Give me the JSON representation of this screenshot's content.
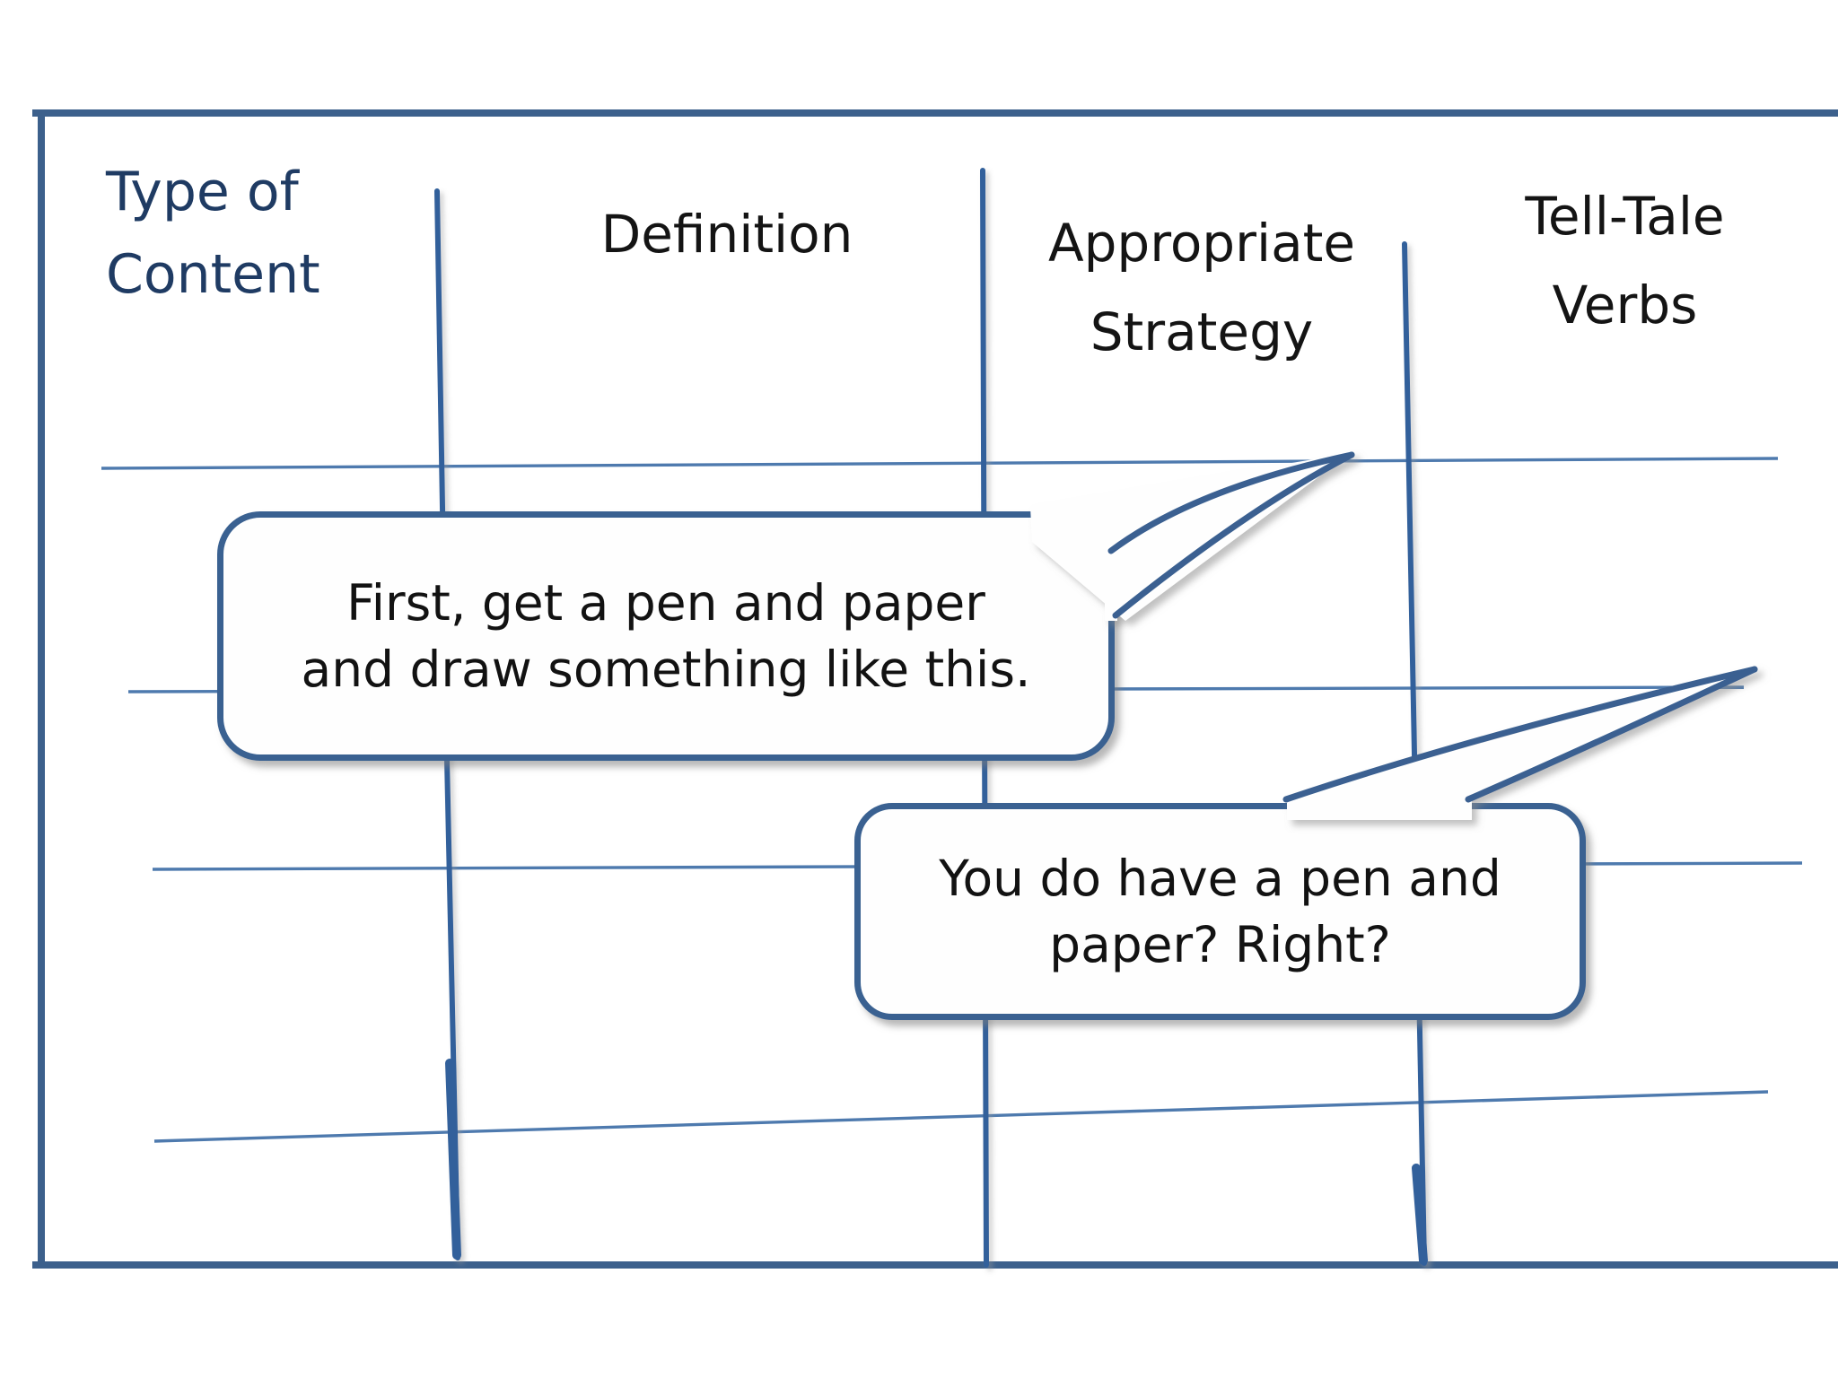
{
  "slide_title": "Note-taking table drawing slide",
  "colors": {
    "frame_border": "#3c608c",
    "divider": "#33619b",
    "row_line": "#4e7aae",
    "header_navy": "#1f3b63",
    "header_black": "#141414",
    "bubble_border": "#3a6191",
    "bubble_fill": "#fefefe",
    "bubble_text": "#121212",
    "page_bg": "#ffffff"
  },
  "table": {
    "columns": 4,
    "body_row_lines": 4,
    "column_headers": [
      {
        "id": "type-of-content",
        "line1": "Type of",
        "line2": "Content"
      },
      {
        "id": "definition",
        "line1": "Definition",
        "line2": ""
      },
      {
        "id": "appropriate-strategy",
        "line1": "Appropriate",
        "line2": "Strategy"
      },
      {
        "id": "tell-tale-verbs",
        "line1": "Tell-Tale",
        "line2": "Verbs"
      }
    ]
  },
  "speech_bubbles": [
    {
      "id": "bubble-1",
      "line1": "First, get a pen and paper",
      "line2": "and draw something like this."
    },
    {
      "id": "bubble-2",
      "line1": "You do have a pen and",
      "line2": "paper? Right?"
    }
  ]
}
